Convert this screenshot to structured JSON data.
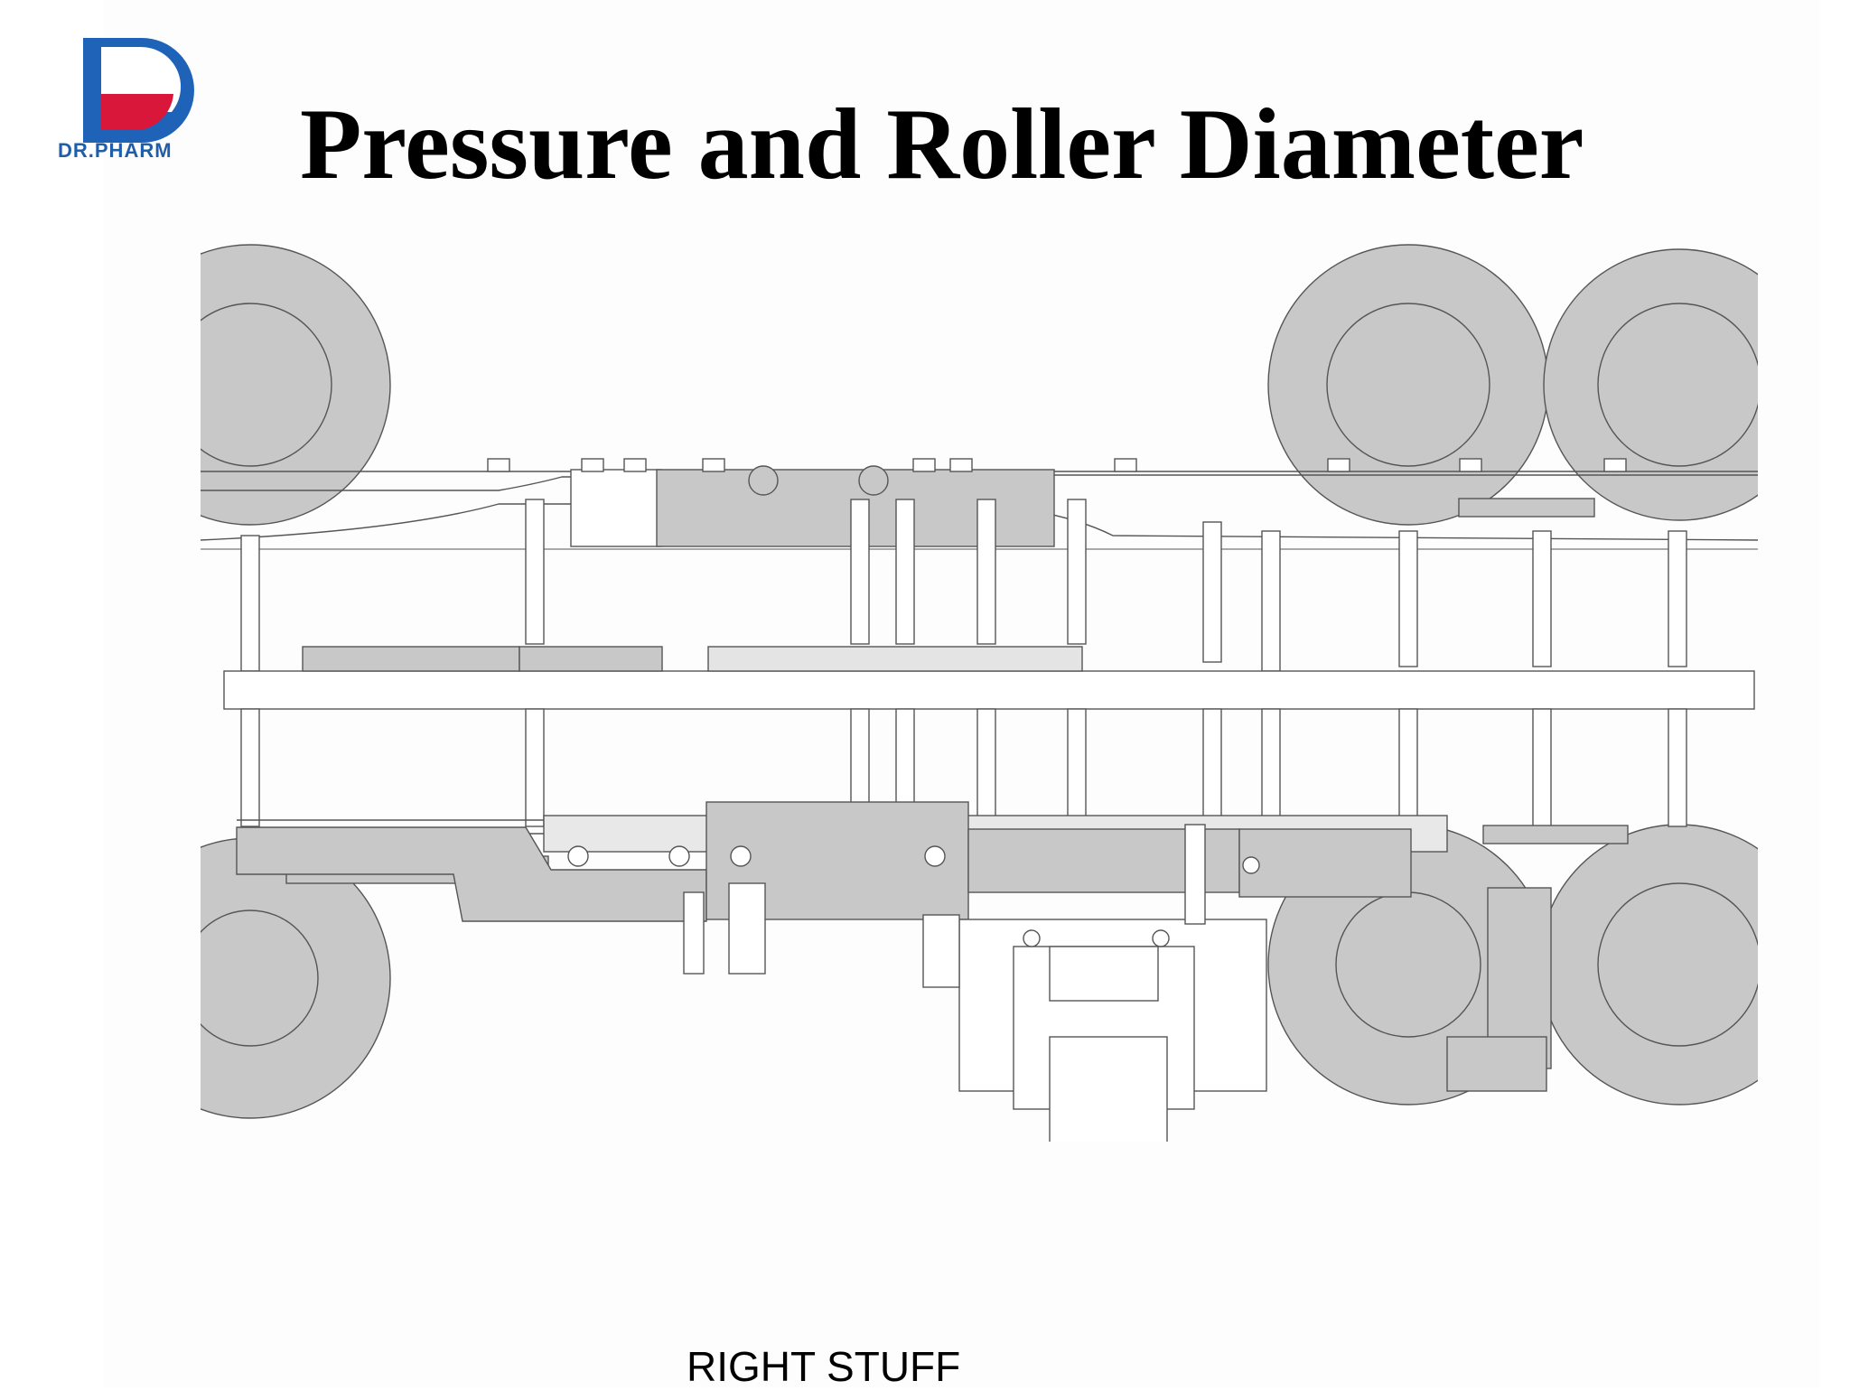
{
  "slide": {
    "title": "Pressure and Roller Diameter",
    "footer": "RIGHT STUFF"
  },
  "logo": {
    "text": "DR.PHARM",
    "colors": {
      "blue": "#1f63b8",
      "red": "#d8173a"
    }
  },
  "drawing": {
    "subject": "roller-press-machine-schematic",
    "fill_color": "#c8c8c8",
    "line_color": "#555555"
  }
}
